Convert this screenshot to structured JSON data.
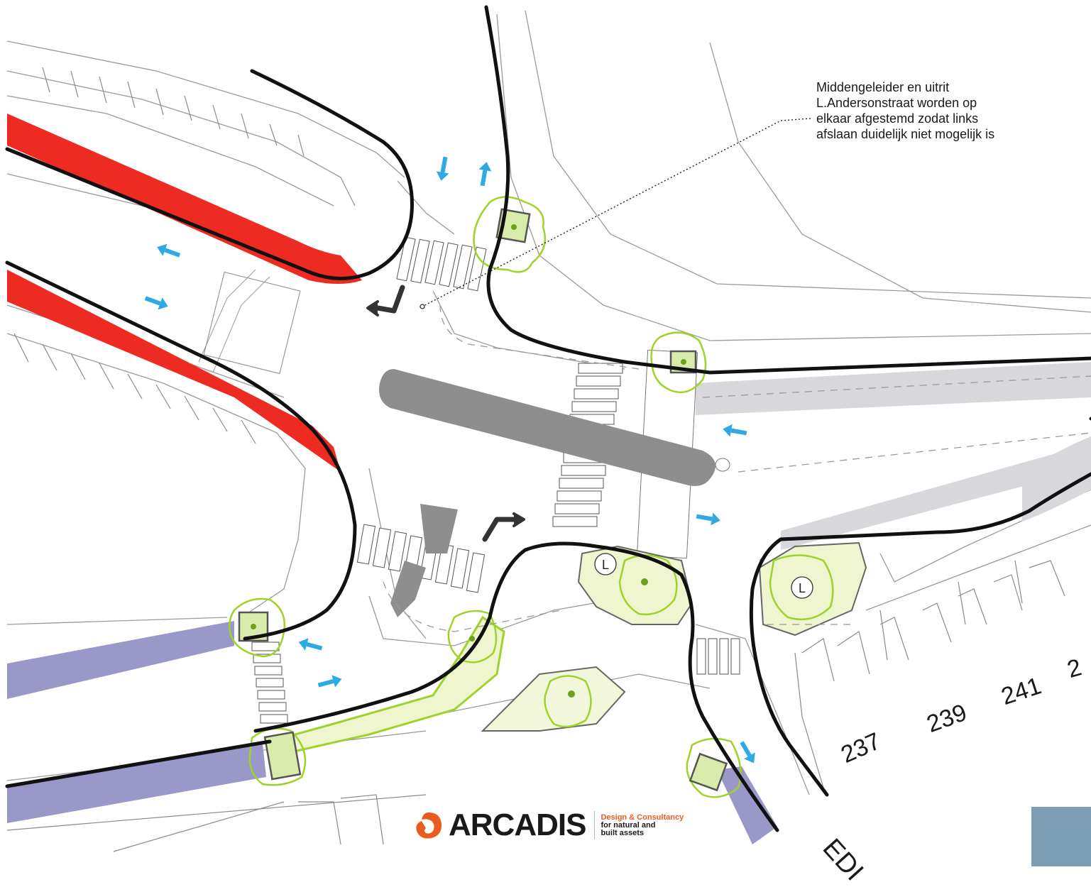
{
  "annotation": {
    "lines": [
      "Middengeleider en uitrit",
      "L.Andersonstraat worden op",
      "elkaar afgestemd zodat links",
      "afslaan duidelijk niet mogelijk is"
    ]
  },
  "house_numbers": [
    "237",
    "239",
    "241",
    "2"
  ],
  "street_label": "EDI",
  "tree_label": "L",
  "logo": {
    "wordmark": "ARCADIS",
    "tagline_1": "Design & Consultancy",
    "tagline_2": "for natural and",
    "tagline_3": "built assets",
    "brand_color": "#e85d1e"
  },
  "colors": {
    "curb": "#111111",
    "red_lane": "#ee2b22",
    "purple_lane": "#9a97c9",
    "grey_lane": "#d8d8dc",
    "island": "#8e8e8e",
    "greenery": "#9fd22a",
    "arrow_blue": "#2fa9e4",
    "corner_block": "#7d9db5"
  }
}
